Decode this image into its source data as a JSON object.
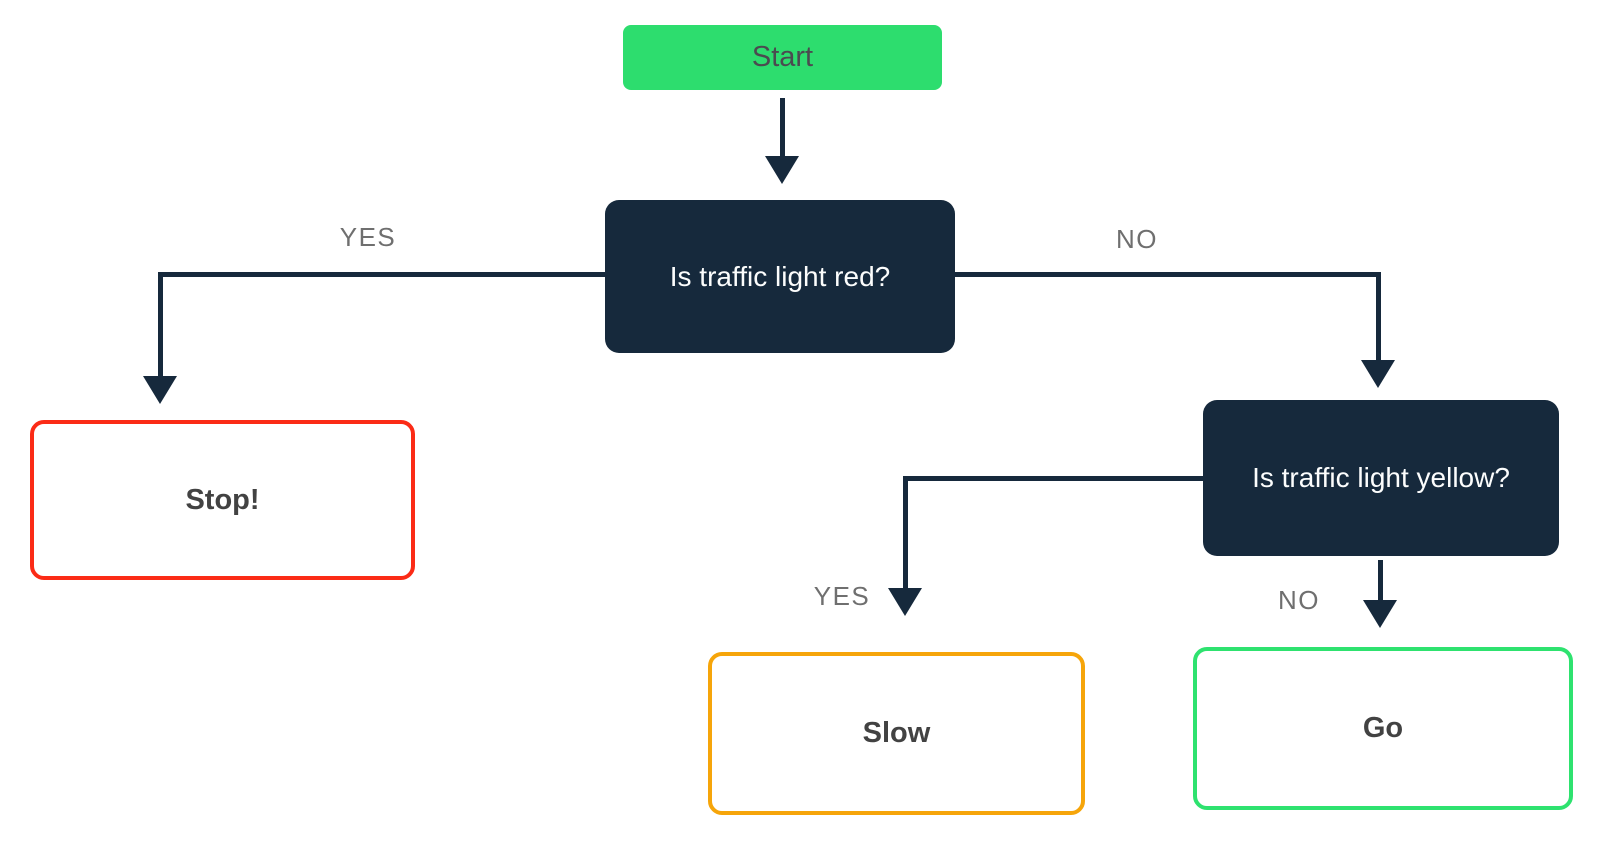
{
  "flowchart": {
    "nodes": {
      "start": {
        "label": "Start",
        "fill": "#2ddd6e",
        "text_color": "#4b4b50"
      },
      "decision_red": {
        "label": "Is traffic light red?",
        "fill": "#16293c",
        "text_color": "#ffffff"
      },
      "decision_yellow": {
        "label": "Is traffic light yellow?",
        "fill": "#16293c",
        "text_color": "#ffffff"
      },
      "stop": {
        "label": "Stop!",
        "border_color": "#fb2b16",
        "fill": "#ffffff",
        "text_color": "#424242"
      },
      "slow": {
        "label": "Slow",
        "border_color": "#f6a50a",
        "fill": "#ffffff",
        "text_color": "#424242"
      },
      "go": {
        "label": "Go",
        "border_color": "#2ee26f",
        "fill": "#ffffff",
        "text_color": "#424242"
      }
    },
    "edge_labels": {
      "red_yes": "YES",
      "red_no": "NO",
      "yellow_yes": "YES",
      "yellow_no": "NO"
    },
    "colors": {
      "connector": "#16293c",
      "edge_label_text": "#6f6f6f",
      "background": "#ffffff"
    }
  }
}
